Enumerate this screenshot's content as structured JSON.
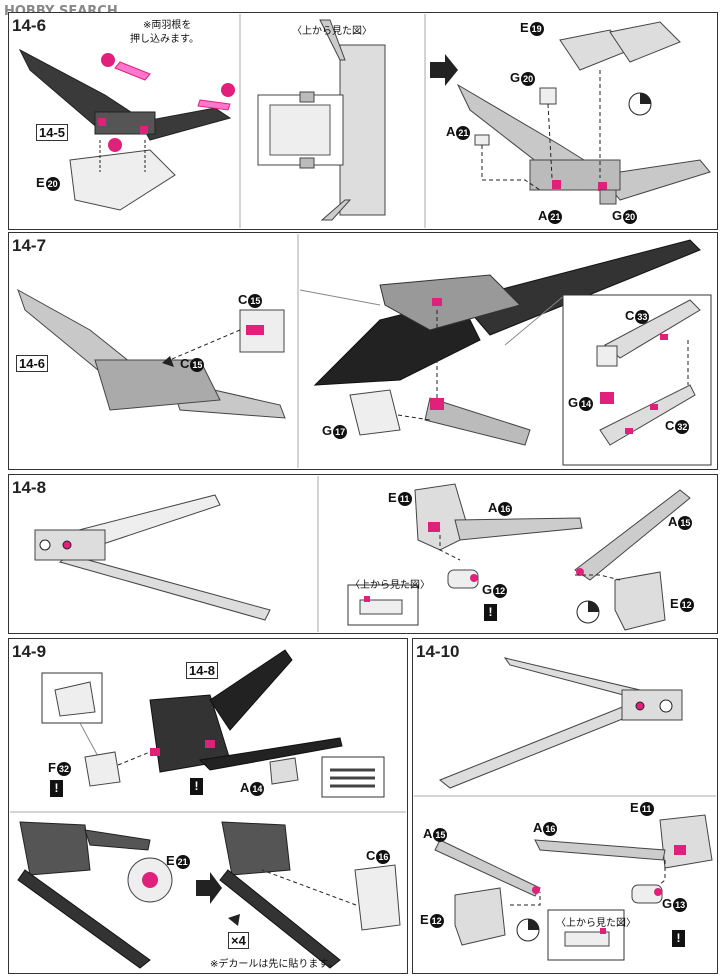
{
  "watermark": "HOBBY SEARCH",
  "steps": {
    "s14_6": "14-6",
    "s14_7": "14-7",
    "s14_8": "14-8",
    "s14_9": "14-9",
    "s14_10": "14-10"
  },
  "notes": {
    "push_wings": "※両羽根を",
    "push_wings2": "押し込みます。",
    "view_top": "〈上から見た図〉",
    "view_top2": "〈上から見た図〉",
    "view_top3": "〈上から見た図〉",
    "decal_first": "※デカールは先に貼ります。",
    "times4": "×4"
  },
  "parts": {
    "e19": "E",
    "e19n": "19",
    "g20a": "G",
    "g20an": "20",
    "a21a": "A",
    "a21an": "21",
    "a21b": "A",
    "a21bn": "21",
    "g20b": "G",
    "g20bn": "20",
    "e20": "E",
    "e20n": "20",
    "ref145": "14-5",
    "c15a": "C",
    "c15an": "15",
    "c15b": "C",
    "c15bn": "15",
    "ref146": "14-6",
    "g17": "G",
    "g17n": "17",
    "c33": "C",
    "c33n": "33",
    "g14": "G",
    "g14n": "14",
    "c32": "C",
    "c32n": "32",
    "e11a": "E",
    "e11an": "11",
    "a16a": "A",
    "a16an": "16",
    "a15a": "A",
    "a15an": "15",
    "g12": "G",
    "g12n": "12",
    "e12a": "E",
    "e12an": "12",
    "ref148": "14-8",
    "f32": "F",
    "f32n": "32",
    "a14": "A",
    "a14n": "14",
    "e21": "E",
    "e21n": "21",
    "c16": "C",
    "c16n": "16",
    "e11b": "E",
    "e11bn": "11",
    "a15b": "A",
    "a15bn": "15",
    "a16b": "A",
    "a16bn": "16",
    "e12b": "E",
    "e12bn": "12",
    "g13": "G",
    "g13n": "13"
  },
  "colors": {
    "accent": "#e0207a",
    "line": "#333333",
    "part": "#cfcfcf",
    "dark": "#3a3a3a"
  }
}
